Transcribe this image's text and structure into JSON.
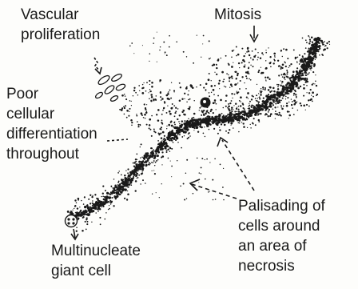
{
  "labels": {
    "vascular": [
      "Vascular",
      "proliferation"
    ],
    "mitosis": [
      "Mitosis"
    ],
    "poor_differentiation": [
      "Poor",
      "cellular",
      "differentiation",
      "throughout"
    ],
    "palisading": [
      "Palisading of",
      "cells around",
      "an area of",
      "necrosis"
    ],
    "giant_cell": [
      "Multinucleate",
      "giant cell"
    ]
  },
  "colors": {
    "ink": "#1a1a1a",
    "paper": "#fdfdfb"
  }
}
